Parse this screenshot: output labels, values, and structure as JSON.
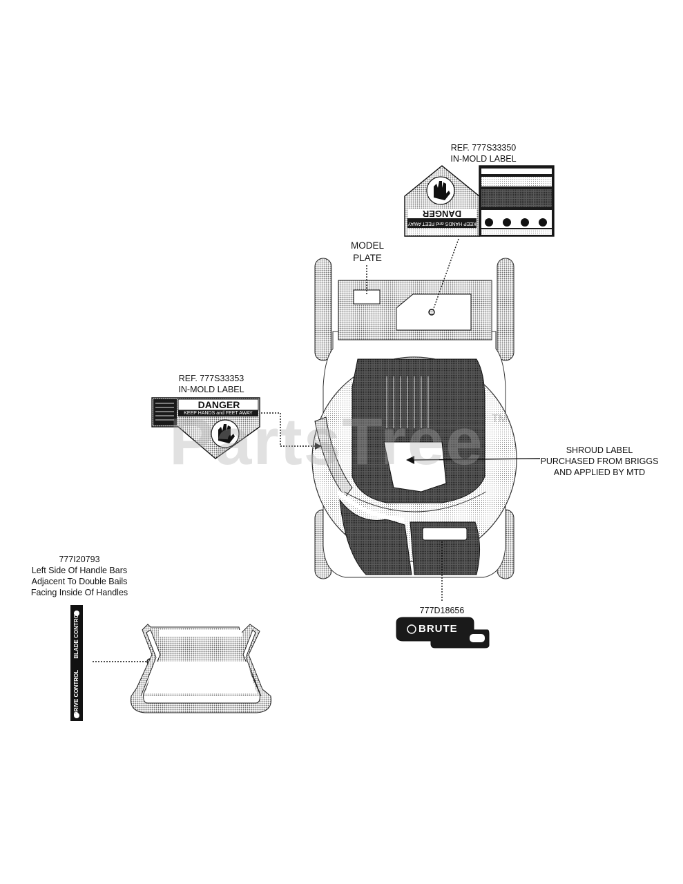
{
  "watermark": {
    "text": "PartsTree",
    "tm": "TM"
  },
  "callouts": {
    "ref_33350": {
      "line1": "REF. 777S33350",
      "line2": "IN-MOLD LABEL"
    },
    "model_plate": {
      "line1": "MODEL",
      "line2": "PLATE"
    },
    "ref_33353": {
      "line1": "REF. 777S33353",
      "line2": "IN-MOLD LABEL"
    },
    "shroud": {
      "line1": "SHROUD LABEL",
      "line2": "PURCHASED FROM BRIGGS",
      "line3": "AND APPLIED BY MTD"
    },
    "brute_part": "777D18656",
    "handle_part": {
      "line1": "777I20793",
      "line2": "Left Side Of Handle Bars",
      "line3": "Adjacent To Double Bails",
      "line4": "Facing Inside Of Handles"
    }
  },
  "decals": {
    "danger_word": "DANGER",
    "keep_away": "KEEP HANDS and FEET AWAY",
    "brute_word": "BRUTE",
    "blade_control": "BLADE CONTROL",
    "drive_control": "DRIVE CONTROL"
  },
  "colors": {
    "ink": "#111111",
    "halftone": "#8a8a8a",
    "watermark": "#aaaaaa"
  }
}
